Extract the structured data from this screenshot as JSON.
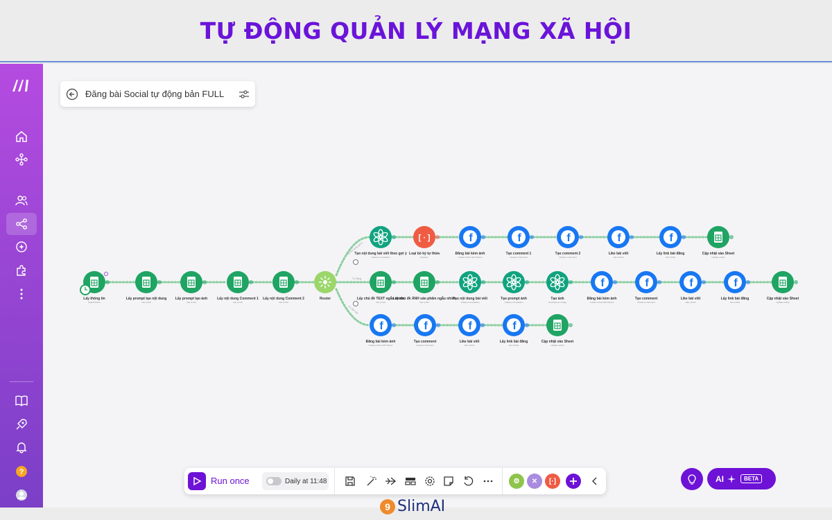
{
  "banner": {
    "title": "TỰ ĐỘNG QUẢN LÝ MẠNG XÃ HỘI"
  },
  "scenario": {
    "title": "Đăng bài Social tự động bản FULL"
  },
  "flow": {
    "main_nodes": [
      {
        "type": "sheets",
        "label": "Lấy thông tin",
        "sub": "Search Rows"
      },
      {
        "type": "sheets",
        "label": "Lấy prompt tạo nội dung",
        "sub": "Get a Cell"
      },
      {
        "type": "sheets",
        "label": "Lấy prompt tạo ảnh",
        "sub": "Get a Cell"
      },
      {
        "type": "sheets",
        "label": "Lấy nội dung Comment 1",
        "sub": "Get a Cell"
      },
      {
        "type": "sheets",
        "label": "Lấy nội dung Comment 2",
        "sub": "Get a Cell"
      },
      {
        "type": "router",
        "label": "Router",
        "sub": ""
      }
    ],
    "route1": [
      {
        "type": "openai",
        "label": "Tạo nội dung bài viết theo gợi ý",
        "sub": "Create a completion"
      },
      {
        "type": "parser",
        "label": "Loại bỏ ký tự thừa",
        "sub": "Replace"
      },
      {
        "type": "facebook",
        "label": "Đăng bài kèm ảnh",
        "sub": "Create a Post with Photos"
      },
      {
        "type": "facebook",
        "label": "Tạo comment 1",
        "sub": "Create a Comment"
      },
      {
        "type": "facebook",
        "label": "Tạo comment 2",
        "sub": "Create a Comment"
      },
      {
        "type": "facebook",
        "label": "Like bài viết",
        "sub": "Like a Post"
      },
      {
        "type": "facebook",
        "label": "Lấy link bài đăng",
        "sub": "Get a Post"
      },
      {
        "type": "sheets",
        "label": "Cập nhật vào Sheet",
        "sub": "Update a Row"
      }
    ],
    "route2": [
      {
        "type": "sheets",
        "label": "Lấy chủ đề TEXT ngẫu nhiên",
        "sub": "Get a Cell"
      },
      {
        "type": "sheets",
        "label": "Lấy chủ đề ẢNH sản phẩm ngẫu nhiên",
        "sub": "Get a Cell"
      },
      {
        "type": "openai",
        "label": "Tạo nội dung bài viết",
        "sub": "Create a completion"
      },
      {
        "type": "openai",
        "label": "Tạo prompt ảnh",
        "sub": "Create a completion"
      },
      {
        "type": "openai",
        "label": "Tạo ảnh",
        "sub": "Generate an Image"
      },
      {
        "type": "facebook",
        "label": "Đăng bài kèm ảnh",
        "sub": "Create a Post with Photos"
      },
      {
        "type": "facebook",
        "label": "Tạo comment",
        "sub": "Create a Comment"
      },
      {
        "type": "facebook",
        "label": "Like bài viết",
        "sub": "Like a Post"
      },
      {
        "type": "facebook",
        "label": "Lấy link bài đăng",
        "sub": "Get a Post"
      },
      {
        "type": "sheets",
        "label": "Cập nhật vào Sheet",
        "sub": "Update a Row"
      }
    ],
    "route3": [
      {
        "type": "facebook",
        "label": "Đăng bài kèm ảnh",
        "sub": "Create a Post with Photos"
      },
      {
        "type": "facebook",
        "label": "Tạo comment",
        "sub": "Create a Comment"
      },
      {
        "type": "facebook",
        "label": "Like bài viết",
        "sub": "Like a Post"
      },
      {
        "type": "facebook",
        "label": "Lấy link bài đăng",
        "sub": "Get a Post"
      },
      {
        "type": "sheets",
        "label": "Cập nhật vào Sheet",
        "sub": "Update a Row"
      }
    ],
    "route_labels": [
      "Có nội dung gợi ý",
      "Tự động",
      "Có sẵn ảnh"
    ],
    "colors": {
      "sheets": "#1fa463",
      "openai": "#10a37f",
      "facebook": "#1877f2",
      "parser": "#ef5b43",
      "router": "#9bd66a",
      "link": "#8ccfa0"
    }
  },
  "toolbar": {
    "run_label": "Run once",
    "schedule": "Daily at 11:48",
    "icons": [
      "save-icon",
      "magic-wand-icon",
      "airplane-icon",
      "layout-icon",
      "settings-icon",
      "notes-icon",
      "undo-icon",
      "more-icon"
    ],
    "bubbles": [
      {
        "name": "tools-bubble-icon",
        "color": "#8ec44b",
        "glyph": "⚙"
      },
      {
        "name": "flow-control-bubble-icon",
        "color": "#a98be0",
        "glyph": "✕"
      },
      {
        "name": "text-parser-bubble-icon",
        "color": "#ef5b43",
        "glyph": "[·]"
      }
    ],
    "add_color": "#6d12d6"
  },
  "ai": {
    "label": "AI",
    "badge": "BETA"
  },
  "brand": {
    "mark": "9",
    "name": "SlimAI"
  },
  "sidebar": {
    "icons": [
      "home-icon",
      "scenarios-icon",
      "team-icon",
      "share-icon",
      "ai-agents-icon",
      "puzzle-icon",
      "more-vertical-icon",
      "book-icon",
      "rocket-icon",
      "bell-icon",
      "help-icon",
      "user-avatar"
    ]
  }
}
